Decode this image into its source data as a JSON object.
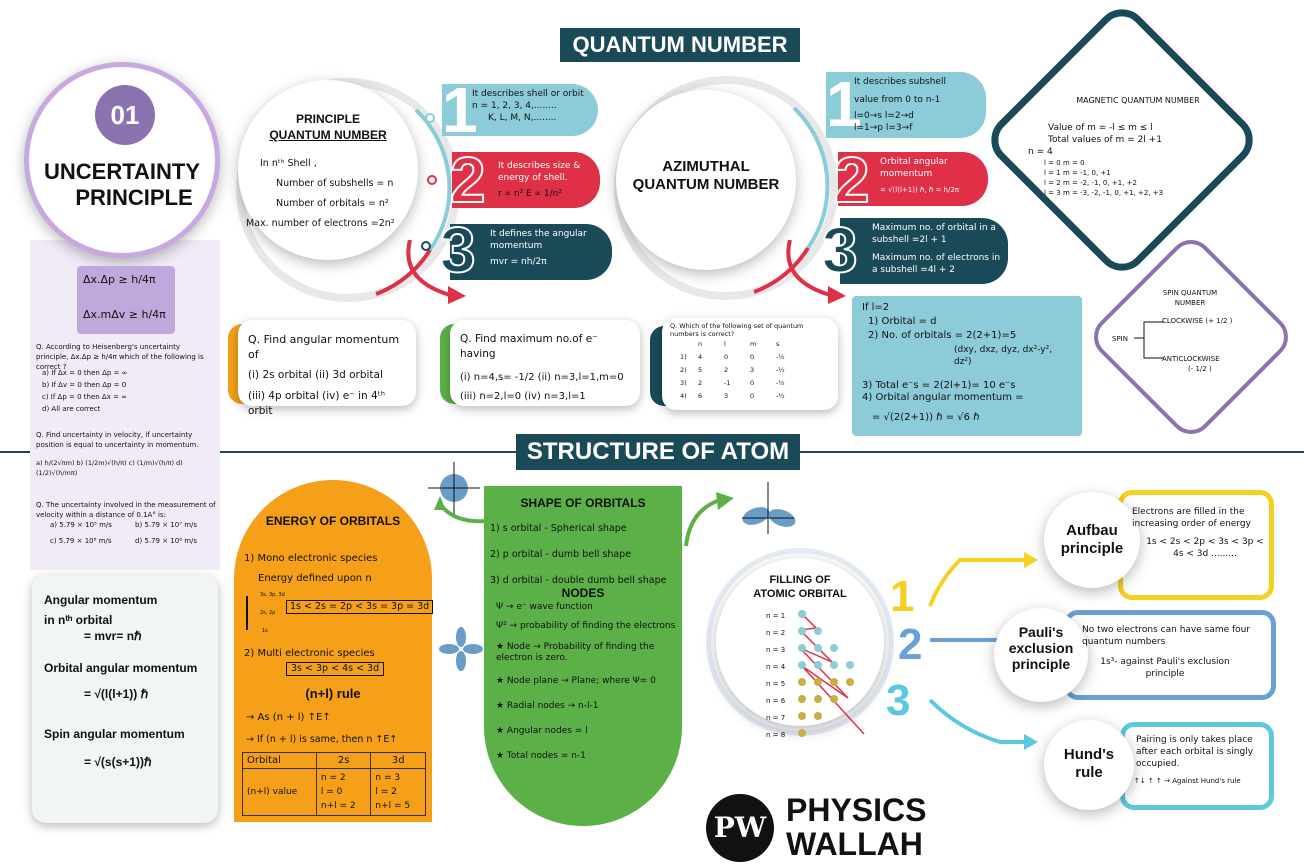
{
  "title": "QUANTUM NUMBER",
  "structure_title": "STRUCTURE OF ATOM",
  "uncertainty": {
    "badge": "01",
    "title1": "UNCERTAINTY",
    "title2": "PRINCIPLE",
    "eq1": "Δx.Δp ≥ h/4π",
    "eq2": "Δx.mΔv ≥ h/4π",
    "q1": "Q. According to Heisenberg's uncertainty principle, Δx.Δp ≥ h/4π which of the following is correct ?",
    "q1_opts": [
      "a) If Δx = 0 then  Δp = ∞",
      "b) If Δv = 0 then  Δp = 0",
      "c) If Δp = 0 then  Δx = ∞",
      "d) All are correct"
    ],
    "q2": "Q. Find uncertainty in velocity, if uncertainty position is equal to uncertainty in momentum.",
    "q2_opts": "a) h/(2√πm)   b) (1/2m)√(h/π)   c) (1/m)√(h/π)   d) (1/2)√(h/mπ)",
    "q3": "Q. The uncertainty involved in the measurement of velocity within a distance of 0.1A° is:",
    "q3_opts": [
      "a) 5.79 × 10⁵ m/s",
      "b) 5.79 × 10⁷ m/s",
      "c) 5.79 × 10⁸ m/s",
      "d) 5.79 × 10⁶ m/s"
    ]
  },
  "angular": {
    "l1": "Angular momentum",
    "l2": "in nᵗʰ orbital",
    "l3": "= mvr= nℏ",
    "l4": "Orbital angular momentum",
    "l5": "= √(l(l+1)) ℏ",
    "l6": "Spin angular momentum",
    "l7": "= √(s(s+1))ℏ"
  },
  "principle": {
    "title1": "PRINCIPLE",
    "title2": "QUANTUM NUMBER",
    "lines": [
      "In nᵗʰ Shell ,",
      "Number of subshells = n",
      "Number of orbitals = n²",
      "Max. number of electrons =2n²"
    ],
    "p1": "It describes shell or orbit",
    "p1b": "n = 1, 2, 3, 4,........",
    "p1c": "K, L, M, N,........",
    "p2": "It describes size & energy of shell.",
    "p2b": "r ∝ n²    E ∝ 1/n²",
    "p3": "It defines the angular momentum",
    "p3b": "mvr = nh/2π"
  },
  "azimuthal": {
    "title1": "AZIMUTHAL",
    "title2": "QUANTUM NUMBER",
    "p1": "It describes subshell",
    "p1b": "value from 0 to n-1",
    "p1c": "l=0→s     l=2→d",
    "p1d": "l=1→p     l=3→f",
    "p2": "Orbital angular momentum",
    "p2b": "= √(l(l+1)) ℏ, ℏ = h/2π",
    "p3": "Maximum no. of orbital in a subshell   =2l + 1",
    "p3b": "Maximum no. of electrons in a subshell =4l + 2"
  },
  "magnetic": {
    "title": "MAGNETIC QUANTUM NUMBER",
    "l1": "Value of m = -l ≤ m ≤ l",
    "l2": "Total values of m = 2l +1",
    "l3": "n = 4",
    "rows": [
      "l = 0    m = 0",
      "l = 1    m = -1, 0, +1",
      "l = 2    m = -2, -1, 0, +1, +2",
      "l = 3    m = -3, -2, -1, 0, +1, +2, +3"
    ]
  },
  "spin": {
    "title": "SPIN QUANTUM NUMBER",
    "spin": "SPIN",
    "cw": "CLOCKWISE  (+ 1/2 )",
    "acw": "ANTICLOCKWISE",
    "acwv": "(- 1/2 )"
  },
  "qa": {
    "q": "Q.  Find angular momentum of",
    "a": "(i) 2s orbital     (ii) 3d orbital",
    "b": "(iii) 4p orbital  (iv) e⁻ in 4ᵗʰ orbit"
  },
  "qb": {
    "q": "Q. Find maximum no.of e⁻ having",
    "a": "(i) n=4,s= -1/2   (ii) n=3,l=1,m=0",
    "b": "(iii) n=2,l=0       (iv) n=3,l=1"
  },
  "qc": {
    "q": "Q. Which of the following set of quantum numbers is correct?",
    "head": [
      "n",
      "l",
      "m",
      "s"
    ],
    "rows": [
      [
        "1)",
        "4",
        "0",
        "0",
        "-½"
      ],
      [
        "2)",
        "5",
        "2",
        "3",
        "-½"
      ],
      [
        "3)",
        "2",
        "-1",
        "0",
        "-½"
      ],
      [
        "4)",
        "6",
        "3",
        "0",
        "-½"
      ]
    ]
  },
  "answer": {
    "l1": "If l=2",
    "l2": "1) Orbital = d",
    "l3": "2) No. of orbitals = 2(2+1)=5",
    "l4": "(dxy, dxz, dyz, dx²-y², dz²)",
    "l5": "3) Total e⁻s  = 2(2l+1)= 10 e⁻s",
    "l6": "4) Orbital angular momentum =",
    "l7": "= √(2(2+1)) ℏ = √6 ℏ"
  },
  "energy": {
    "title": "ENERGY OF ORBITALS",
    "m1": "1) Mono electronic species",
    "m2": "Energy defined upon n",
    "m3": "1s < 2s = 2p < 3s = 3p = 3d",
    "lv1": "3s, 3p, 3d",
    "lv2": "2s, 2p",
    "lv3": "1s",
    "m4": "2) Multi electronic species",
    "m5": "3s < 3p < 4s < 3d",
    "rule": "(n+l) rule",
    "r1": "→ As (n + l) ↑E↑",
    "r2": "→ If (n + l) is same, then n ↑E↑",
    "table": {
      "h": [
        "Orbital",
        "2s",
        "3d"
      ],
      "r1": "(n+l) value",
      "c2": [
        "n = 2",
        "l = 0",
        "n+l = 2"
      ],
      "c3": [
        "n = 3",
        "l = 2",
        "n+l = 5"
      ]
    }
  },
  "shapes": {
    "title": "SHAPE OF ORBITALS",
    "s1": "1) s orbital - Spherical shape",
    "s2": "2) p orbital - dumb bell shape",
    "s3": "3) d orbital - double dumb bell shape",
    "nodes": "NODES",
    "n1": "Ψ →  e⁻ wave function",
    "n2": "Ψ² → probability of finding the electrons",
    "n3": "★ Node → Probability of finding the electron is zero.",
    "n4": "★ Node plane → Plane; where Ψ= 0",
    "n5": "★ Radial nodes → n-l-1",
    "n6": "★ Angular nodes = l",
    "n7": "★ Total nodes    = n-1"
  },
  "filling": {
    "title1": "FILLING OF",
    "title2": "ATOMIC ORBITAL",
    "levels": [
      "n = 1",
      "n = 2",
      "n = 3",
      "n = 4",
      "n = 5",
      "n = 6",
      "n = 7",
      "n = 8"
    ]
  },
  "aufbau": {
    "name1": "Aufbau",
    "name2": "principle",
    "t1": "Electrons are filled in the increasing order of energy",
    "t2": "1s < 2s < 2p < 3s < 3p < 4s < 3d ........."
  },
  "pauli": {
    "name1": "Pauli's",
    "name2": "exclusion",
    "name3": "principle",
    "t1": "No two electrons can have same four quantum numbers",
    "t2": "1s³- against Pauli's exclusion principle"
  },
  "hund": {
    "name1": "Hund's",
    "name2": "rule",
    "t1": "Pairing is only takes place after each orbital is singly occupied.",
    "t2": "↑↓ ↑ ↑ → Against Hund's rule"
  },
  "brand": {
    "l1": "PHYSICS",
    "l2": "WALLAH",
    "logo": "PW"
  },
  "colors": {
    "teal": "#1a4a58",
    "red": "#e03048",
    "sky": "#8ccbd8",
    "orange": "#f5a018",
    "green": "#5cb048",
    "lilac": "#c8a8e0"
  }
}
